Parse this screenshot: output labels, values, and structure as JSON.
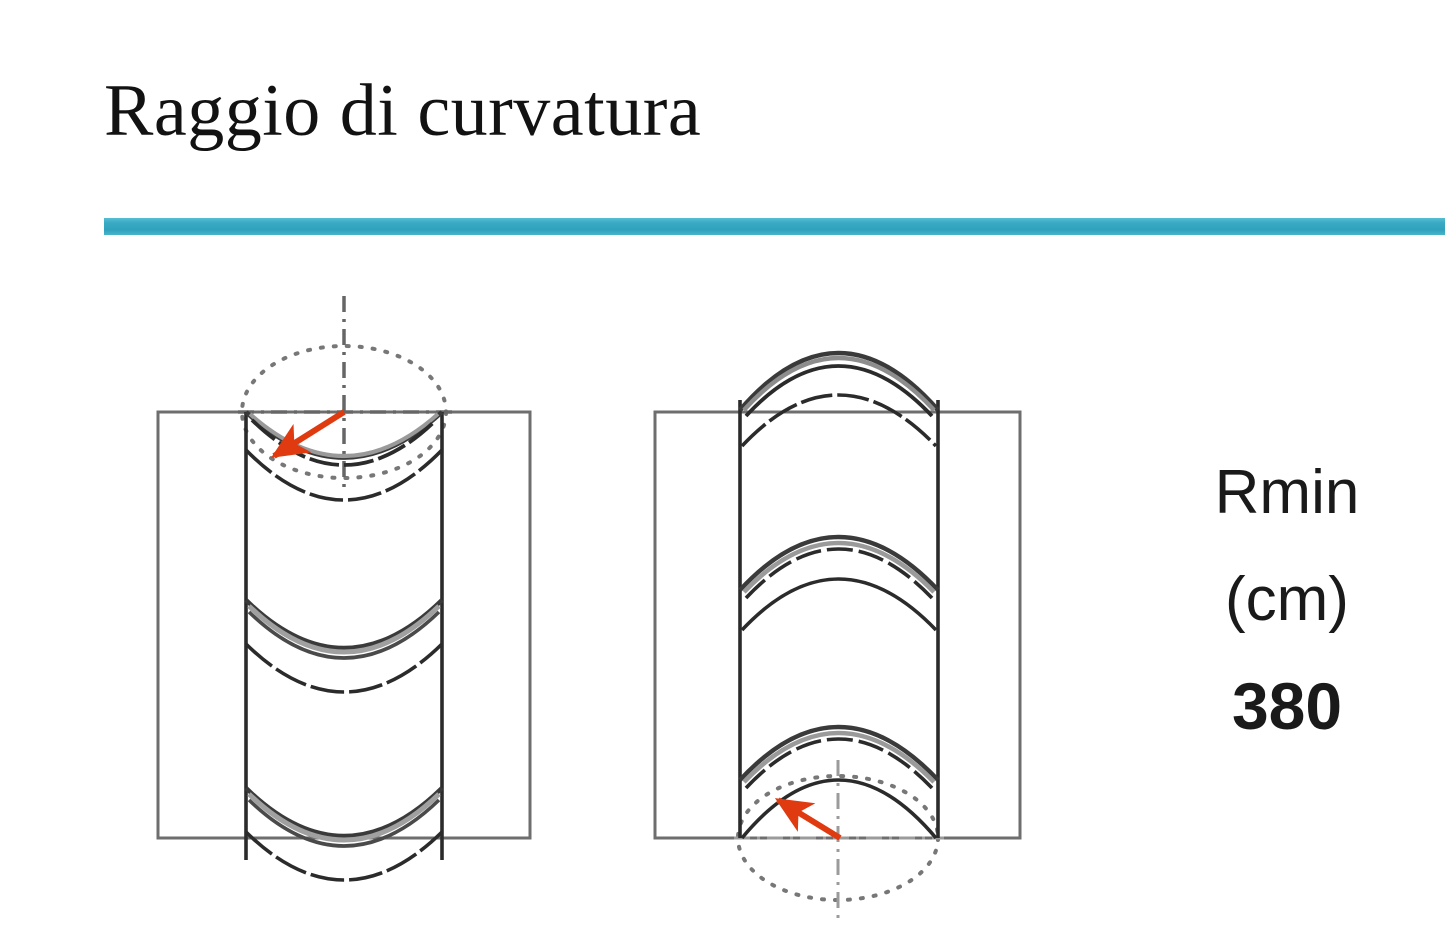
{
  "slide": {
    "title": "Raggio di curvatura",
    "accent_color": "#31a7c0",
    "background_color": "#ffffff",
    "text_color": "#121212"
  },
  "legend": {
    "symbol": "Rmin",
    "unit": "(cm)",
    "value": "380"
  },
  "figure": {
    "annotation_color": "#e03a10",
    "line_color": "#2b2b2b",
    "frame_color": "#6e6e6e",
    "panels": [
      {
        "id": "left-view",
        "name": "cable-front-view",
        "description": "Vertical cable segment with three binding rings, seen from the front; dotted bend-radius circle at the top with centre cross-hair and red radius arrow.",
        "bend_circle_position": "top",
        "ring_count": 3,
        "arrow_direction": "down-left"
      },
      {
        "id": "right-view",
        "name": "cable-rear-view",
        "description": "Same cable segment seen from the opposite side; the three binding rings arc upward and the dotted bend-radius circle sits at the bottom with the red radius arrow.",
        "bend_circle_position": "bottom",
        "ring_count": 3,
        "arrow_direction": "up-left"
      }
    ]
  }
}
